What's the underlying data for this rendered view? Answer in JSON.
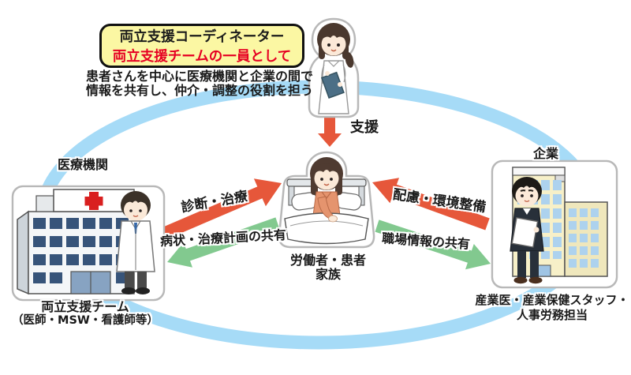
{
  "colors": {
    "ring_blue": "#A6DBF7",
    "arrow_red": "#E6573A",
    "arrow_green": "#82C98F",
    "box_yellow": "#FBF7A3",
    "title_red": "#E60023",
    "text_black": "#1A1A1A"
  },
  "header": {
    "title_line1": "両立支援コーディネーター",
    "title_line2": "両立支援チームの一員として",
    "desc_line1": "患者さんを中心に医療機関と企業の間で",
    "desc_line2": "情報を共有し、仲介・調整の役割を担う"
  },
  "arrows": {
    "support": {
      "label": "支援",
      "color": "red",
      "from": "coordinator",
      "to": "patient"
    },
    "diagnosis_treatment": {
      "label": "診断・治療",
      "color": "red",
      "from": "medical",
      "to": "patient"
    },
    "condition_plan_share": {
      "label": "病状・治療計画の共有",
      "color": "green",
      "from": "patient",
      "to": "medical"
    },
    "consideration_environment": {
      "label": "配慮・環境整備",
      "color": "red",
      "from": "company",
      "to": "patient"
    },
    "workplace_info_share": {
      "label": "職場情報の共有",
      "color": "green",
      "from": "patient",
      "to": "company"
    }
  },
  "nodes": {
    "coordinator": {
      "icon": "nurse-with-clipboard"
    },
    "medical": {
      "title": "医療機関",
      "caption_line1": "両立支援チーム",
      "caption_line2": "（医師・MSW・看護師等）",
      "icon": "hospital-and-doctor"
    },
    "patient": {
      "caption_line1": "労働者・患者",
      "caption_line2": "家族",
      "icon": "patient-in-bed"
    },
    "company": {
      "title": "企業",
      "caption_line1": "産業医・産業保健スタッフ・",
      "caption_line2": "人事労務担当",
      "icon": "office-and-businessman"
    }
  }
}
